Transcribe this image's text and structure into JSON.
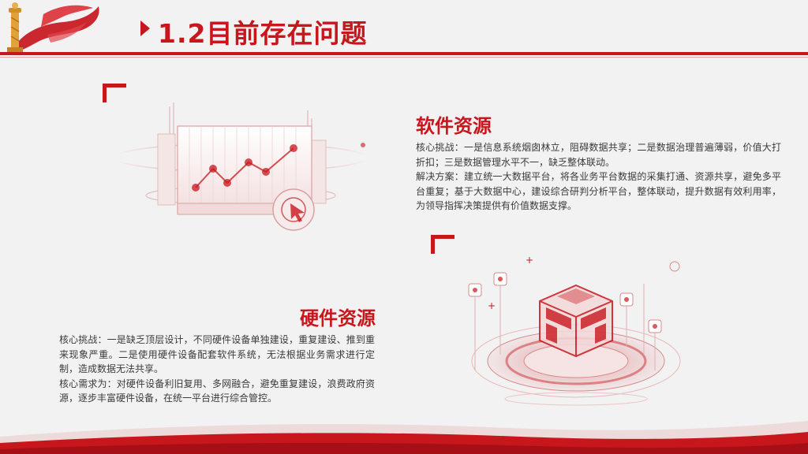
{
  "header": {
    "title": "1.2目前存在问题"
  },
  "software": {
    "title": "软件资源",
    "challenge": "核心挑战：一是信息系统烟囱林立，阻碍数据共享；二是数据治理普遍薄弱，价值大打折扣；三是数据管理水平不一，缺乏整体联动。",
    "solution": "解决方案：建立统一大数据平台，将各业务平台数据的采集打通、资源共享，避免多平台重复；基于大数据中心，建设综合研判分析平台，整体联动，提升数据有效利用率，为领导指挥决策提供有价值数据支撑。"
  },
  "hardware": {
    "title": "硬件资源",
    "challenge": "核心挑战：一是缺乏顶层设计，不同硬件设备单独建设，重复建设、推到重来现象严重。二是使用硬件设备配套软件系统，无法根据业务需求进行定制，造成数据无法共享。",
    "needs": "核心需求为：对硬件设备利旧复用、多网融合，避免重复建设，浪费政府资源，逐步丰富硬件设备，在统一平台进行综合管控。"
  },
  "colors": {
    "accent": "#c8161d",
    "text": "#3a3a3a",
    "background": "#f3f2f2"
  },
  "icons": [
    "emblem-icon",
    "line-chart-illustration",
    "cursor-click-icon",
    "cube-platform-illustration"
  ]
}
